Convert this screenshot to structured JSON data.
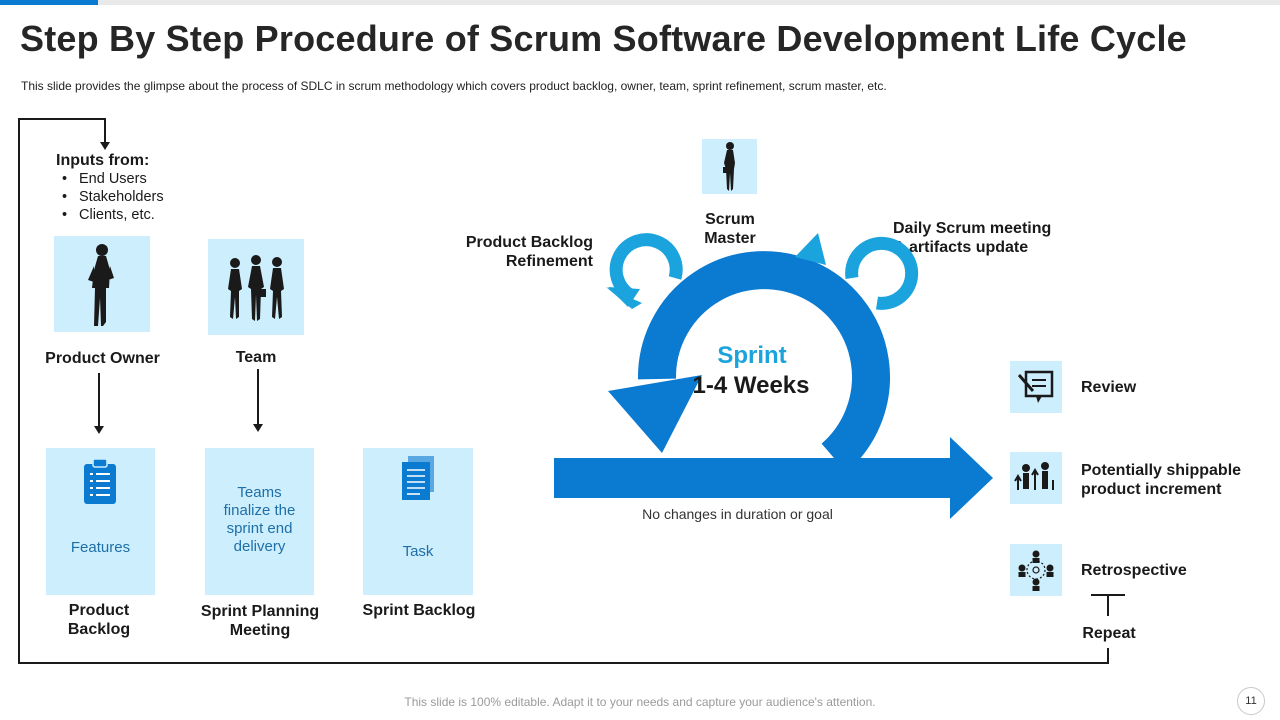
{
  "title": "Step By Step Procedure of Scrum Software Development Life Cycle",
  "subtitle": "This slide provides  the glimpse about the process of SDLC in scrum methodology which covers product backlog, owner, team, sprint refinement,  scrum master, etc.",
  "inputs": {
    "heading": "Inputs from:",
    "items": [
      "End Users",
      "Stakeholders",
      "Clients, etc."
    ]
  },
  "roles": {
    "product_owner": "Product Owner",
    "team": "Team"
  },
  "boxes": [
    {
      "text": "Features",
      "caption": "Product Backlog"
    },
    {
      "text": "Teams finalize the sprint end delivery",
      "caption": "Sprint Planning Meeting"
    },
    {
      "text": "Task",
      "caption": "Sprint Backlog"
    }
  ],
  "cycle": {
    "scrum_master": "Scrum Master",
    "refinement": "Product Backlog Refinement",
    "daily": "Daily Scrum meeting & artifacts update",
    "sprint": "Sprint",
    "duration": "1-4 Weeks",
    "note": "No changes in duration or goal"
  },
  "outputs": [
    "Review",
    "Potentially shippable product increment",
    "Retrospective"
  ],
  "repeat": "Repeat",
  "footer": "This slide is 100% editable. Adapt it to your needs and capture your audience's attention.",
  "page_number": "11",
  "colors": {
    "accent": "#0b7ad1",
    "tile": "#cdeefc",
    "sprint_text": "#1aa3dd",
    "box_text": "#1e6fa8"
  }
}
